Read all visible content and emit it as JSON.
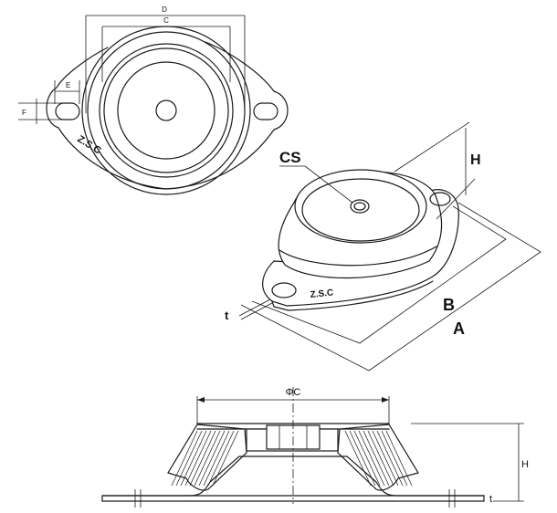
{
  "labels": {
    "d": "D",
    "c": "C",
    "e": "E",
    "f": "F",
    "stamp_top": "Z.S.C",
    "cs": "CS",
    "h_iso": "H",
    "t": "t",
    "stamp_iso": "Z.S.C",
    "b": "B",
    "a": "A",
    "phi_c": "ΦC",
    "h_side": "H",
    "t_side": "t"
  }
}
